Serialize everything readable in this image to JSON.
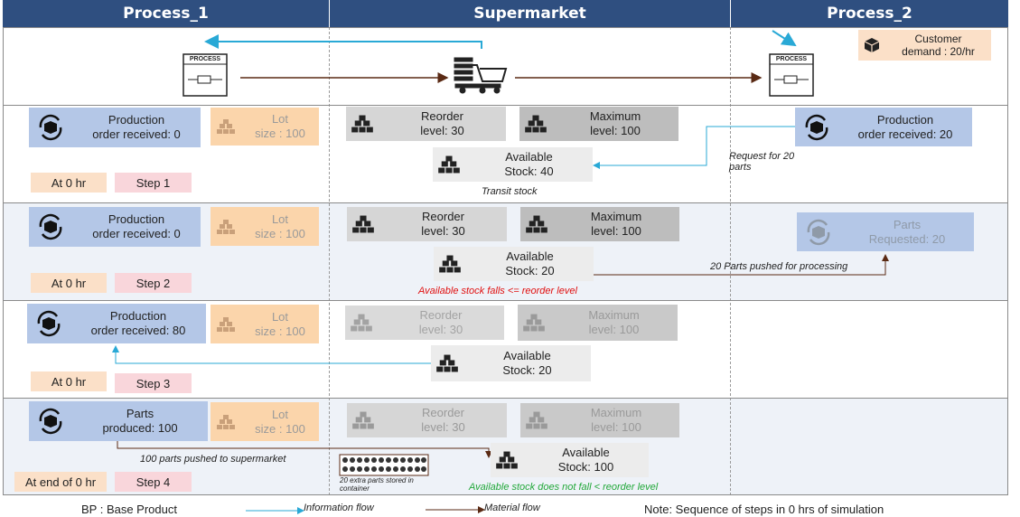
{
  "headers": [
    "Process_1",
    "Supermarket",
    "Process_2"
  ],
  "top_row": {
    "process_label": "PROCESS",
    "customer_demand": "Customer\ndemand : 20/hr"
  },
  "steps": [
    {
      "production": "Production\norder received: 0",
      "lot": "Lot\nsize : 100",
      "reorder": "Reorder\nlevel: 30",
      "maximum": "Maximum\nlevel: 100",
      "available": "Available\nStock: 40",
      "time": "At 0 hr",
      "step": "Step 1",
      "caption_transit": "Transit stock",
      "right_box": "Production\norder received: 20",
      "request_note": "Request for 20\nparts"
    },
    {
      "production": "Production\norder received: 0",
      "lot": "Lot\nsize : 100",
      "reorder": "Reorder\nlevel: 30",
      "maximum": "Maximum\nlevel: 100",
      "available": "Available\nStock: 20",
      "time": "At 0 hr",
      "step": "Step 2",
      "caption_red": "Available stock falls <= reorder level",
      "right_box": "Parts\nRequested: 20",
      "pushed_note": "20 Parts pushed for processing"
    },
    {
      "production": "Production\norder received: 80",
      "lot": "Lot\nsize : 100",
      "reorder": "Reorder\nlevel: 30",
      "maximum": "Maximum\nlevel: 100",
      "available": "Available\nStock: 20",
      "time": "At 0 hr",
      "step": "Step 3"
    },
    {
      "production": "Parts\nproduced: 100",
      "lot": "Lot\nsize : 100",
      "reorder": "Reorder\nlevel: 30",
      "maximum": "Maximum\nlevel: 100",
      "available": "Available\nStock: 100",
      "time": "At end of 0 hr",
      "step": "Step 4",
      "pushed_note": "100 parts pushed to supermarket",
      "container_note": "20 extra parts stored in\ncontainer",
      "caption_green": "Available stock does not fall < reorder level"
    }
  ],
  "footer": {
    "bp": "BP : Base Product",
    "info_flow": "Information flow",
    "material_flow": "Material flow",
    "note": "Note: Sequence of steps in 0 hrs of simulation"
  },
  "colors": {
    "header": "#2f4f80",
    "info_flow": "#29a9d6",
    "material_flow": "#5a2a14",
    "red_caption": "#e01010",
    "green_caption": "#22a83a"
  }
}
